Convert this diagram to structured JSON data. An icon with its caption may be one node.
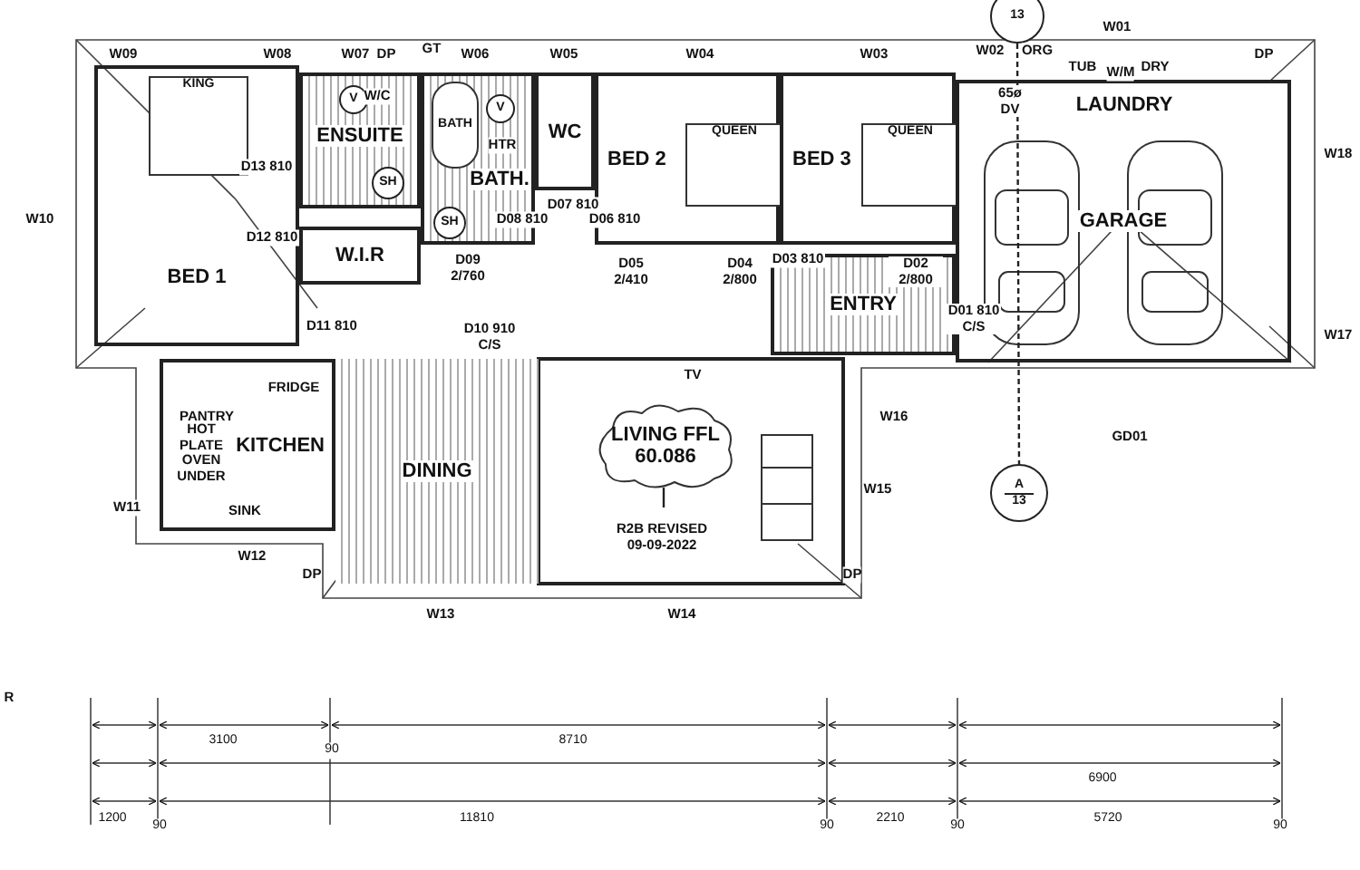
{
  "diagram": {
    "nodes": [
      {
        "text": [
          "BED 1"
        ]
      },
      {
        "text": [
          "KING"
        ],
        "in": 0
      },
      {
        "text": [
          "ENSUITE"
        ]
      },
      {
        "text": [
          "V"
        ],
        "in": 2
      },
      {
        "text": [
          "SH"
        ],
        "in": 2
      },
      {
        "text": [
          "BATH."
        ]
      },
      {
        "text": [
          "BATH"
        ],
        "in": 5
      },
      {
        "text": [
          "V"
        ],
        "in": 5
      },
      {
        "text": [
          "SH"
        ],
        "in": 5
      },
      {
        "text": [
          "WC"
        ]
      },
      {
        "text": [
          "W.I.R"
        ]
      },
      {
        "text": [
          "BED 2"
        ]
      },
      {
        "text": [
          "QUEEN"
        ],
        "in": 11
      },
      {
        "text": [
          "BED 3"
        ]
      },
      {
        "text": [
          "QUEEN"
        ],
        "in": 13
      },
      {
        "text": [
          "GARAGE"
        ]
      },
      {
        "text": [
          "LAUNDRY"
        ],
        "in": 15
      },
      {
        "text": [
          "ENTRY"
        ]
      },
      {
        "text": [
          "KITCHEN"
        ]
      },
      {
        "text": [
          "DINING"
        ]
      },
      {
        "text": [
          "LIVING FFL 60.086"
        ]
      },
      {
        "text": [
          "R2B REVISED 09-09-2022"
        ]
      },
      {
        "text": [
          "13"
        ]
      },
      {
        "text": [
          "A",
          "13"
        ]
      }
    ],
    "edges": [
      {
        "from": 21,
        "to": 20,
        "arrow": "none"
      },
      {
        "from": 22,
        "to": 23,
        "arrow": "none",
        "style": "dashed"
      }
    ],
    "labels": [
      "W09",
      "W08",
      "W07",
      "DP",
      "GT",
      "W06",
      "W05",
      "W04",
      "W03",
      "W02",
      "ORG",
      "W01",
      "TUB",
      "W/M",
      "DRY",
      "DP",
      "65ø DV",
      "W/C",
      "D13 810",
      "HTR",
      "W10",
      "D07 810",
      "D08 810",
      "D06 810",
      "D12 810",
      "D09 2/760",
      "D05 2/410",
      "D04 2/800",
      "D03 810",
      "D02 2/800",
      "D01 810 C/S",
      "D11 810",
      "D10 910 C/S",
      "W18",
      "W17",
      "FRIDGE",
      "PANTRY",
      "HOT PLATE OVEN UNDER",
      "TV",
      "W16",
      "GD01",
      "W11",
      "SINK",
      "W15",
      "W12",
      "DP",
      "DP",
      "W13",
      "W14",
      "R",
      "3100",
      "90",
      "8710",
      "6900",
      "1200",
      "90",
      "11810",
      "90",
      "2210",
      "90",
      "5720",
      "90"
    ]
  }
}
